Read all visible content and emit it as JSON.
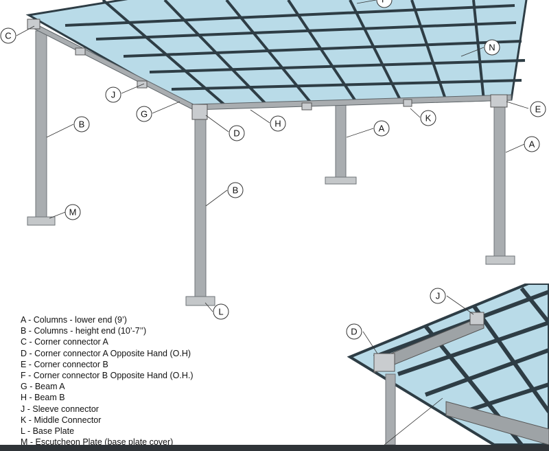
{
  "callouts": {
    "top_left_c": "C",
    "top_right_f": "F",
    "right_n": "N",
    "left_j": "J",
    "left_g": "G",
    "left_b": "B",
    "front_d": "D",
    "front_h": "H",
    "right_k": "K",
    "right_e": "E",
    "rear_a": "A",
    "right_a": "A",
    "front_b": "B",
    "left_m": "M",
    "front_l": "L",
    "inset_j": "J",
    "inset_d": "D"
  },
  "legend": [
    "A - Columns - lower end (9’)",
    "B - Columns - height end (10’-7’’)",
    "C - Corner connector A",
    "D - Corner connector A Opposite Hand (O.H)",
    "E - Corner connector B",
    "F - Corner connector B Opposite Hand (O.H.)",
    "G - Beam A",
    "H - Beam B",
    "J - Sleeve connector",
    "K - Middle Connector",
    "L - Base Plate",
    "M - Escutcheon Plate (base plate cover)"
  ],
  "colors": {
    "glass": "#b9dbe8",
    "frame": "#2e3d45",
    "column": "#a9adb0",
    "column_dark": "#7c8185"
  }
}
